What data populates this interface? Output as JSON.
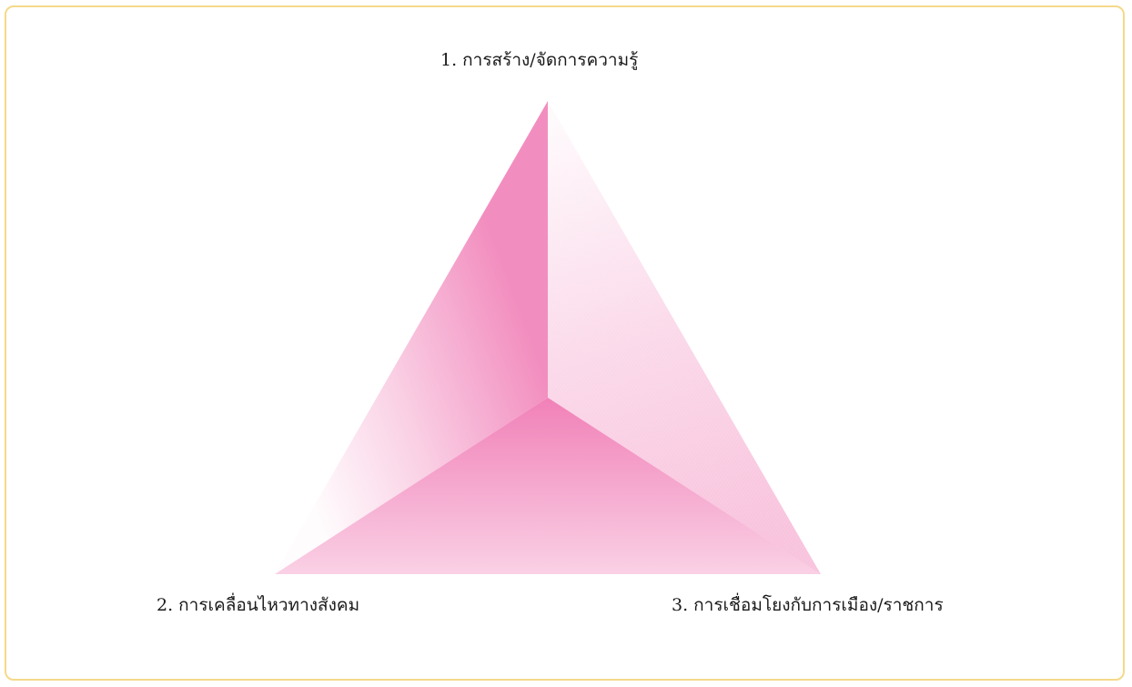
{
  "diagram": {
    "labels": {
      "top": "1. การสร้าง/จัดการความรู้",
      "left": "2. การเคลื่อนไหวทางสังคม",
      "right": "3. การเชื่อมโยงกับการเมือง/ราชการ"
    },
    "colors": {
      "frame_border": "#f5d98a",
      "triangle_pink": "#f07ab4",
      "label_text": "#1a1a1a"
    }
  }
}
